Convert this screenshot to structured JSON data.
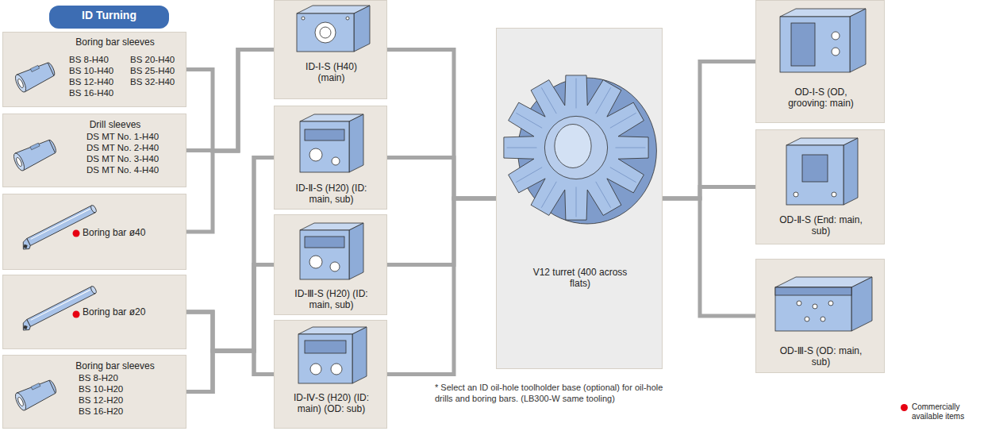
{
  "diagram": {
    "nodes": [
      {
        "text": [
          "ID Turning"
        ]
      },
      {
        "text": [
          "Boring bar sleeves",
          "BS 8-H40",
          "BS 20-H40",
          "BS 10-H40",
          "BS 25-H40",
          "BS 12-H40",
          "BS 32-H40",
          "BS 16-H40"
        ]
      },
      {
        "text": [
          "Drill sleeves",
          "DS MT No. 1-H40",
          "DS MT No. 2-H40",
          "DS MT No. 3-H40",
          "DS MT No. 4-H40"
        ]
      },
      {
        "text": [
          "Boring bar ø40"
        ]
      },
      {
        "text": [
          "Boring bar ø20"
        ]
      },
      {
        "text": [
          "Boring bar sleeves",
          "BS 8-H20",
          "BS 10-H20",
          "BS 12-H20",
          "BS 16-H20"
        ]
      },
      {
        "text": [
          "ID-Ⅰ-S (H40) (main)"
        ]
      },
      {
        "text": [
          "ID-Ⅱ-S (H20) (ID: main, sub)"
        ]
      },
      {
        "text": [
          "ID-Ⅲ-S (H20) (ID: main, sub)"
        ]
      },
      {
        "text": [
          "ID-Ⅳ-S (H20) (ID: main) (OD: sub)"
        ]
      },
      {
        "text": [
          "V12 turret (400 across flats)"
        ]
      },
      {
        "text": [
          "OD-Ⅰ-S (OD, grooving: main)"
        ]
      },
      {
        "text": [
          "OD-Ⅱ-S (End: main, sub)"
        ]
      },
      {
        "text": [
          "OD-Ⅲ-S (OD: main, sub)"
        ]
      }
    ],
    "edges": [
      {
        "from": 1,
        "to": 6,
        "arrow": "none"
      },
      {
        "from": 2,
        "to": 6,
        "arrow": "none"
      },
      {
        "from": 3,
        "to": 6,
        "arrow": "none"
      },
      {
        "from": 4,
        "to": 7,
        "arrow": "none"
      },
      {
        "from": 4,
        "to": 8,
        "arrow": "none"
      },
      {
        "from": 4,
        "to": 9,
        "arrow": "none"
      },
      {
        "from": 5,
        "to": 7,
        "arrow": "none"
      },
      {
        "from": 5,
        "to": 8,
        "arrow": "none"
      },
      {
        "from": 5,
        "to": 9,
        "arrow": "none"
      },
      {
        "from": 6,
        "to": 10,
        "arrow": "none"
      },
      {
        "from": 7,
        "to": 10,
        "arrow": "none"
      },
      {
        "from": 8,
        "to": 10,
        "arrow": "none"
      },
      {
        "from": 9,
        "to": 10,
        "arrow": "none"
      },
      {
        "from": 10,
        "to": 11,
        "arrow": "none"
      },
      {
        "from": 10,
        "to": 12,
        "arrow": "none"
      },
      {
        "from": 10,
        "to": 13,
        "arrow": "none"
      }
    ],
    "labels": [
      "* Select an ID oil-hole toolholder base (optional) for oil-hole drills and boring bars. (LB300-W same tooling)"
    ],
    "legend": [
      {
        "text": "Commercially available items",
        "color": "#e60012"
      }
    ]
  }
}
